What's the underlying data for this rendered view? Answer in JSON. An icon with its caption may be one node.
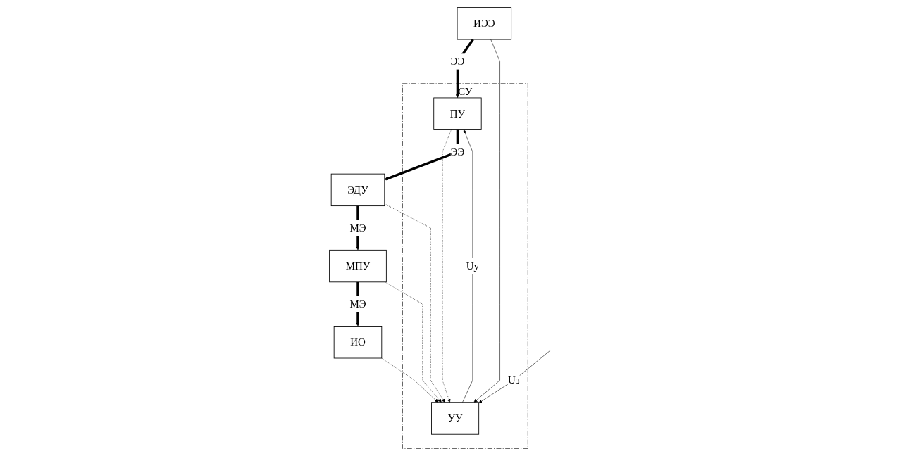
{
  "diagram": {
    "nodes": [
      {
        "text": [
          "ИЭЭ"
        ]
      },
      {
        "text": [
          "СУ"
        ]
      },
      {
        "text": [
          "ПУ"
        ],
        "in": 1
      },
      {
        "text": [
          "УУ"
        ],
        "in": 1
      },
      {
        "text": [
          "ЭДУ"
        ]
      },
      {
        "text": [
          "МПУ"
        ]
      },
      {
        "text": [
          "ИО"
        ]
      }
    ],
    "edges": [
      {
        "from": 0,
        "to": 2,
        "arrow": "to",
        "label": "ЭЭ",
        "style": "thick"
      },
      {
        "from": 0,
        "to": 3,
        "arrow": "to"
      },
      {
        "from": 3,
        "to": 2,
        "arrow": "to",
        "label": "Uу"
      },
      {
        "from": 2,
        "to": 3,
        "arrow": "to",
        "style": "dashed"
      },
      {
        "from": null,
        "to": 3,
        "arrow": "to",
        "label": "Uз"
      },
      {
        "from": 6,
        "to": 3,
        "arrow": "to",
        "style": "dashed"
      },
      {
        "from": 4,
        "to": 3,
        "arrow": "to",
        "style": "dashed"
      },
      {
        "from": 5,
        "to": 3,
        "arrow": "to",
        "style": "dashed"
      },
      {
        "from": 2,
        "to": 4,
        "arrow": "to",
        "label": "ЭЭ",
        "style": "thick"
      },
      {
        "from": 4,
        "to": 5,
        "arrow": "to",
        "label": "МЭ",
        "style": "thick"
      },
      {
        "from": 5,
        "to": 6,
        "arrow": "to",
        "label": "МЭ",
        "style": "thick"
      }
    ]
  }
}
